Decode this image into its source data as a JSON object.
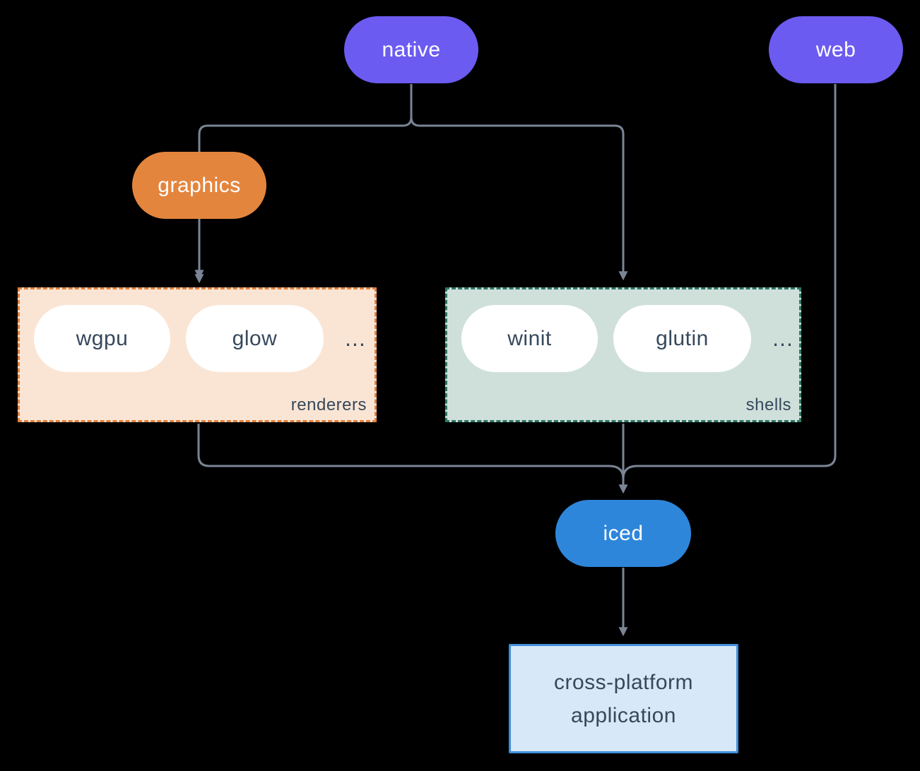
{
  "nodes": {
    "native": {
      "label": "native",
      "color": "#6C5BF0"
    },
    "web": {
      "label": "web",
      "color": "#6C5BF0"
    },
    "graphics": {
      "label": "graphics",
      "color": "#E4853E"
    },
    "iced": {
      "label": "iced",
      "color": "#2E86DB"
    },
    "application": {
      "line1": "cross-platform",
      "line2": "application",
      "fill": "#D7E8F8",
      "border": "#3F8FDC"
    }
  },
  "groups": {
    "renderers": {
      "label": "renderers",
      "items": [
        "wgpu",
        "glow"
      ],
      "ellipsis": "...",
      "fill": "#FAE5D4",
      "border": "#E0813D"
    },
    "shells": {
      "label": "shells",
      "items": [
        "winit",
        "glutin"
      ],
      "ellipsis": "...",
      "fill": "#CFE0DA",
      "border": "#2E7565"
    }
  },
  "edges": [
    {
      "from": "native",
      "to": "graphics"
    },
    {
      "from": "native",
      "to": "shells"
    },
    {
      "from": "graphics",
      "to": "renderers"
    },
    {
      "from": "renderers",
      "to": "iced"
    },
    {
      "from": "shells",
      "to": "iced"
    },
    {
      "from": "web",
      "to": "iced"
    },
    {
      "from": "iced",
      "to": "cross-platform application"
    }
  ],
  "colors": {
    "background": "#000000",
    "connector": "#7A8596",
    "pill_text": "#FFFFFF",
    "dark_text": "#36485C"
  }
}
